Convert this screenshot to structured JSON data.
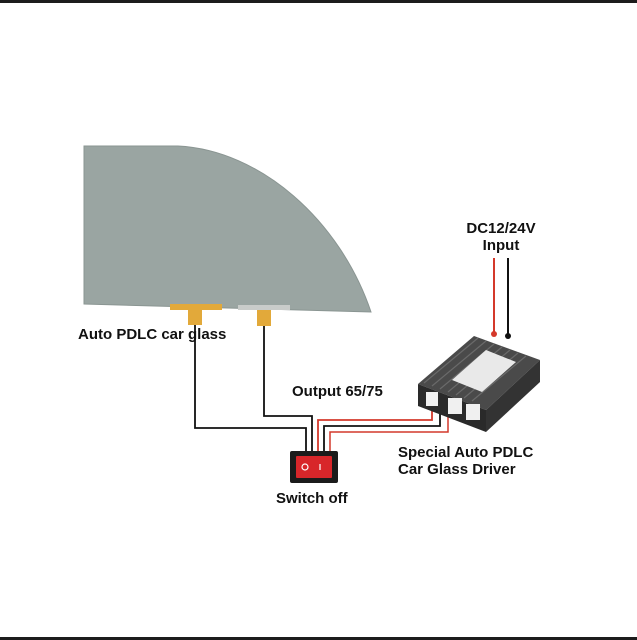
{
  "labels": {
    "car_glass": "Auto PDLC  car glass",
    "output": "Output 65/75",
    "input_line1": "DC12/24V",
    "input_line2": "Input",
    "switch": "Switch off",
    "driver_line1": "Special Auto PDLC",
    "driver_line2": "Car Glass Driver"
  },
  "colors": {
    "glass": "#9aa5a2",
    "connector": "#e2a93a",
    "wire_black": "#111111",
    "wire_red": "#d4392b",
    "switch_red": "#d8262a",
    "driver_body": "#3a3a3a"
  }
}
